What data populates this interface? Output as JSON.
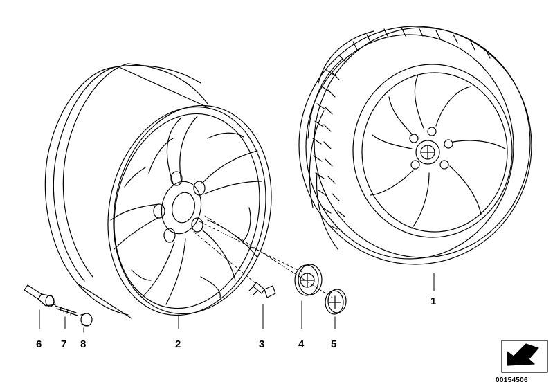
{
  "callouts": [
    {
      "id": "1",
      "label": "1"
    },
    {
      "id": "2",
      "label": "2"
    },
    {
      "id": "3",
      "label": "3"
    },
    {
      "id": "4",
      "label": "4"
    },
    {
      "id": "5",
      "label": "5"
    },
    {
      "id": "6",
      "label": "6"
    },
    {
      "id": "7",
      "label": "7"
    },
    {
      "id": "8",
      "label": "8"
    }
  ],
  "document_id": "00154506",
  "icons": {
    "corner": "arrow-box-icon"
  },
  "colors": {
    "line": "#000000",
    "background": "#ffffff"
  }
}
